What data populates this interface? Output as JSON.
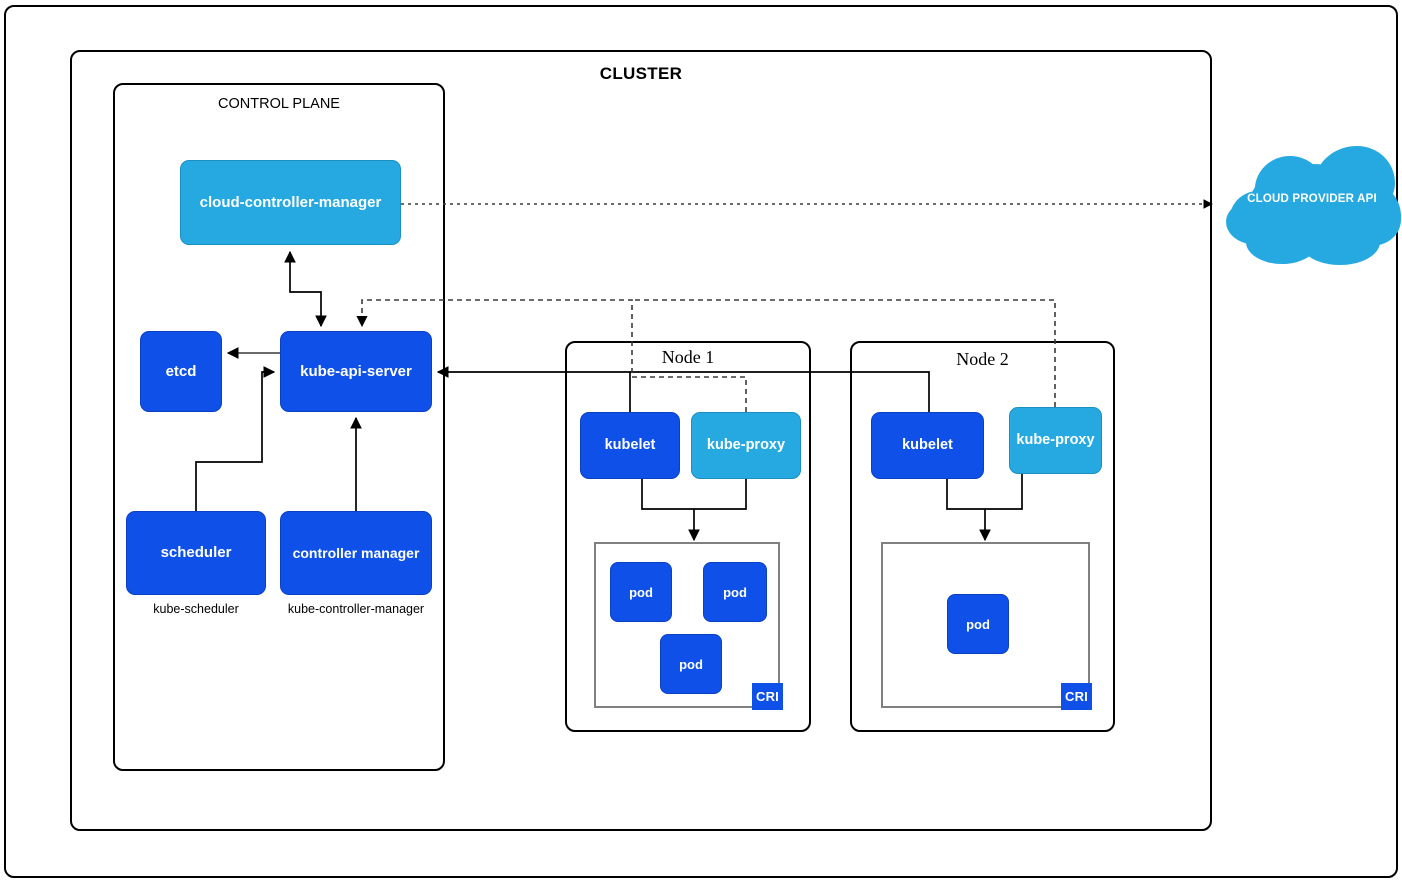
{
  "diagram": {
    "title": "CLUSTER",
    "colors": {
      "dark_blue": "#0F51E8",
      "light_blue": "#26A9E0",
      "border": "#000000",
      "cri_border": "#808080",
      "background": "#ffffff"
    }
  },
  "cluster": {
    "label": "CLUSTER"
  },
  "control_plane": {
    "label": "CONTROL PLANE",
    "components": {
      "cloud_controller_manager": {
        "label": "cloud-controller-manager",
        "color": "light"
      },
      "etcd": {
        "label": "etcd",
        "color": "dark"
      },
      "kube_api_server": {
        "label": "kube-api-server",
        "color": "dark"
      },
      "scheduler": {
        "label": "scheduler",
        "caption": "kube-scheduler",
        "color": "dark"
      },
      "controller_manager": {
        "label": "controller manager",
        "caption": "kube-controller-manager",
        "color": "dark"
      }
    }
  },
  "nodes": [
    {
      "label": "Node 1",
      "kubelet": "kubelet",
      "kube_proxy": "kube-proxy",
      "cri": "CRI",
      "pods": [
        "pod",
        "pod",
        "pod"
      ]
    },
    {
      "label": "Node 2",
      "kubelet": "kubelet",
      "kube_proxy": "kube-proxy",
      "cri": "CRI",
      "pods": [
        "pod"
      ]
    }
  ],
  "cloud": {
    "label": "CLOUD PROVIDER API"
  }
}
